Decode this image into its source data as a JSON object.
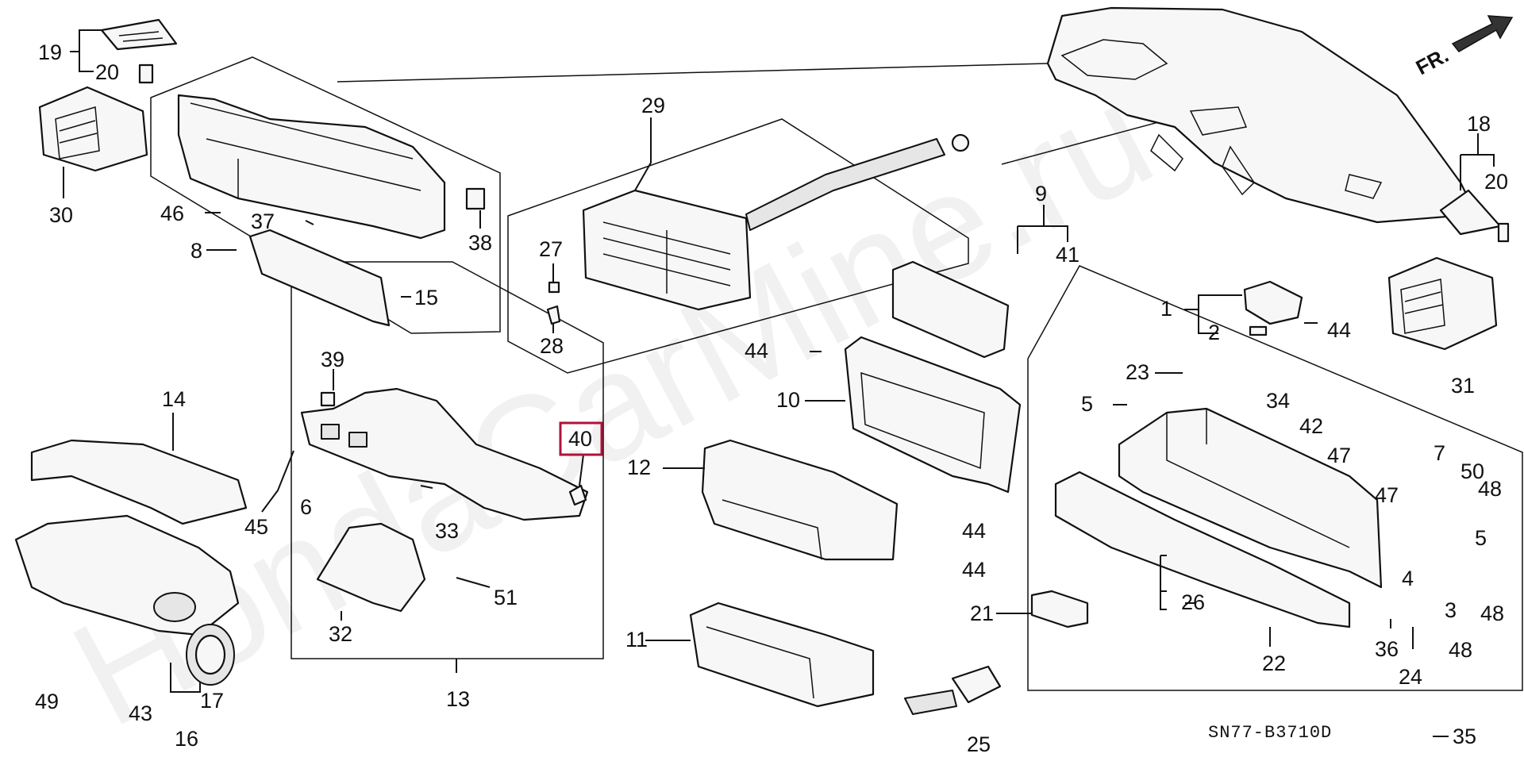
{
  "diagram": {
    "callouts": {
      "c1": "1",
      "c2": "2",
      "c3": "3",
      "c4": "4",
      "c5a": "5",
      "c5b": "5",
      "c6": "6",
      "c7": "7",
      "c8": "8",
      "c9": "9",
      "c10": "10",
      "c11": "11",
      "c12": "12",
      "c13": "13",
      "c14": "14",
      "c15": "15",
      "c16": "16",
      "c17": "17",
      "c18": "18",
      "c19": "19",
      "c20a": "20",
      "c20b": "20",
      "c21": "21",
      "c22": "22",
      "c23": "23",
      "c24": "24",
      "c25": "25",
      "c26": "26",
      "c27": "27",
      "c28": "28",
      "c29": "29",
      "c30": "30",
      "c31": "31",
      "c32": "32",
      "c33": "33",
      "c34": "34",
      "c35": "35",
      "c36": "36",
      "c37": "37",
      "c38": "38",
      "c39": "39",
      "c40": "40",
      "c41": "41",
      "c42": "42",
      "c43": "43",
      "c44a": "44",
      "c44b": "44",
      "c44c": "44",
      "c44d": "44",
      "c45": "45",
      "c46": "46",
      "c47a": "47",
      "c47b": "47",
      "c48a": "48",
      "c48b": "48",
      "c48c": "48",
      "c49": "49",
      "c50": "50",
      "c51": "51"
    },
    "direction_label": "FR.",
    "diagram_code": "SN77-B3710D",
    "highlighted_part": "40",
    "watermark": "HondaCarMine.ru",
    "colors": {
      "highlight": "#b0123a",
      "line": "#111111",
      "watermark": "#d9d9d9"
    }
  }
}
